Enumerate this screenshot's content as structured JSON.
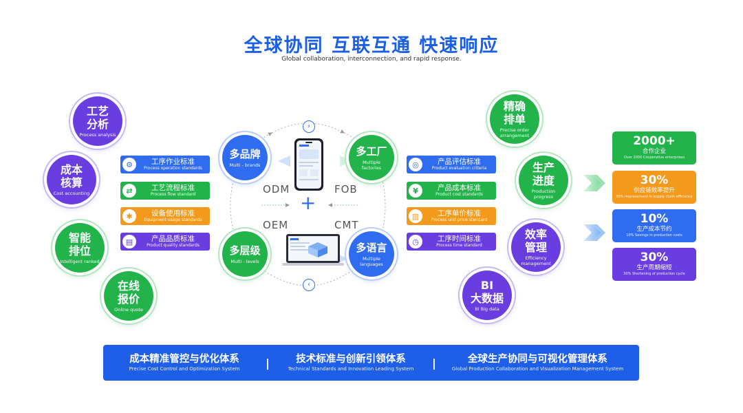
{
  "header": {
    "title": "全球协同  互联互通  快速响应",
    "subtitle": "Global collaboration, interconnection, and rapid response."
  },
  "left_circles": [
    {
      "cn": "工艺\n分析",
      "en": "Process analysis",
      "color": "purple"
    },
    {
      "cn": "成本\n核算",
      "en": "Cost accounting",
      "color": "purple"
    },
    {
      "cn": "智能\n排位",
      "en": "Intelligent ranked",
      "color": "green"
    },
    {
      "cn": "在线\n报价",
      "en": "Online quote",
      "color": "green"
    }
  ],
  "left_pills": [
    {
      "cn": "工序作业标准",
      "en": "Process operation standards",
      "color": "blue",
      "icon": "gear-flow-icon",
      "glyph": "⚙"
    },
    {
      "cn": "工艺流程标准",
      "en": "Process flow standard",
      "color": "green",
      "icon": "flow-chart-icon",
      "glyph": "⇄"
    },
    {
      "cn": "设备使用标准",
      "en": "Equipment usage standards",
      "color": "orange",
      "icon": "settings-icon",
      "glyph": "✱"
    },
    {
      "cn": "产品品质标准",
      "en": "Product quality standards",
      "color": "purple",
      "icon": "clipboard-icon",
      "glyph": "▤"
    }
  ],
  "center": {
    "circles": [
      {
        "cn": "多品牌",
        "en": "Multi - brands",
        "color": "blue"
      },
      {
        "cn": "多工厂",
        "en": "Multiple factories",
        "color": "green"
      },
      {
        "cn": "多层级",
        "en": "Multi - levels",
        "color": "green"
      },
      {
        "cn": "多语言",
        "en": "Multiple languages",
        "color": "blue"
      }
    ],
    "codes": [
      "ODM",
      "FOB",
      "OEM",
      "CMT"
    ],
    "plus": "+",
    "arrow_right": "›",
    "arrow_left": "‹"
  },
  "right_pills": [
    {
      "cn": "产品评估标准",
      "en": "Product evaluation criteria",
      "color": "blue",
      "icon": "target-icon",
      "glyph": "◎"
    },
    {
      "cn": "产品成本标准",
      "en": "Product cost standards",
      "color": "green",
      "icon": "money-icon",
      "glyph": "¥"
    },
    {
      "cn": "工序单价标准",
      "en": "Process unit price standard",
      "color": "orange",
      "icon": "document-icon",
      "glyph": "▥"
    },
    {
      "cn": "工序时间标准",
      "en": "Process time standard",
      "color": "purple",
      "icon": "clock-icon",
      "glyph": "◷"
    }
  ],
  "right_circles": [
    {
      "cn": "精确\n排单",
      "en": "Precise order arrangement",
      "color": "green"
    },
    {
      "cn": "生产\n进度",
      "en": "Production progress",
      "color": "green"
    },
    {
      "cn": "效率\n管理",
      "en": "Efficiency management",
      "color": "purple"
    },
    {
      "cn": "BI\n大数据",
      "en": "BI Big data",
      "color": "purple"
    }
  ],
  "stats": [
    {
      "value": "2000+",
      "label": "合作企业",
      "en": "Over 2000 Cooperative enterprises",
      "color": "green"
    },
    {
      "value": "30%",
      "label": "供应链效率提升",
      "en": "30% Improvement in supply chain efficiency",
      "color": "orange"
    },
    {
      "value": "10%",
      "label": "生产成本节约",
      "en": "10% Savings in production costs",
      "color": "blue"
    },
    {
      "value": "30%",
      "label": "生产周期缩短",
      "en": "30% Shortening of production cycle",
      "color": "purple"
    }
  ],
  "banner": [
    {
      "cn": "成本精准管控与优化体系",
      "en": "Precise Cost Control and Optimization System"
    },
    {
      "cn": "技术标准与创新引领体系",
      "en": "Technical Standards and Innovation Leading System"
    },
    {
      "cn": "全球生产协同与可视化管理体系",
      "en": "Global Production Collaboration and Visualization Management System"
    }
  ],
  "banner_separator": "|"
}
